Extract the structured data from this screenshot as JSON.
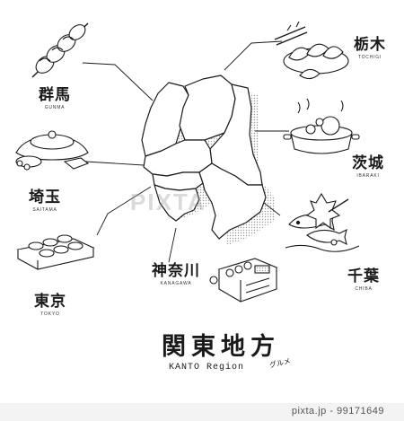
{
  "title": {
    "jp": "関東地方",
    "en": "KANTO Region",
    "gourmet": "グルメ"
  },
  "prefectures": {
    "gunma": {
      "jp": "群馬",
      "en": "GUNMA"
    },
    "tochigi": {
      "jp": "栃木",
      "en": "TOCHIGI"
    },
    "ibaraki": {
      "jp": "茨城",
      "en": "IBARAKI"
    },
    "saitama": {
      "jp": "埼玉",
      "en": "SAITAMA"
    },
    "tokyo": {
      "jp": "東京",
      "en": "TOKYO"
    },
    "kanagawa": {
      "jp": "神奈川",
      "en": "KANAGAWA"
    },
    "chiba": {
      "jp": "千葉",
      "en": "CHIBA"
    }
  },
  "watermark": "PIXTA",
  "footer": {
    "text": "pixta.jp - 99171649"
  },
  "colors": {
    "ink": "#1a1a1a",
    "paper": "#ffffff",
    "halftone": "#9a9a9a"
  },
  "icons": [
    "yakitori-skewer-icon",
    "gyoza-icon",
    "hotpot-icon",
    "kamameshi-icon",
    "bento-icon",
    "fish-seafood-icon",
    "sushi-box-icon"
  ]
}
